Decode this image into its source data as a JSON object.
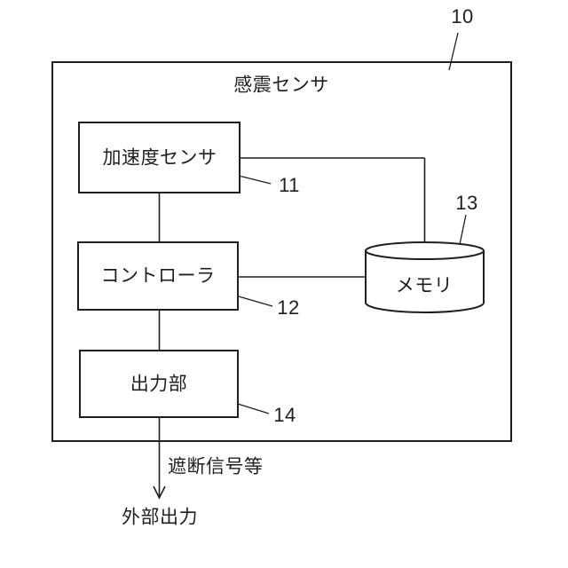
{
  "colors": {
    "line": "#1f1f1f",
    "background": "#ffffff",
    "box_fill": "#ffffff"
  },
  "figure": {
    "system": {
      "title": "感震センサ",
      "ref": "10"
    },
    "blocks": {
      "accel": {
        "label": "加速度センサ",
        "ref": "11"
      },
      "controller": {
        "label": "コントローラ",
        "ref": "12"
      },
      "memory": {
        "label": "メモリ",
        "ref": "13"
      },
      "output": {
        "label": "出力部",
        "ref": "14"
      }
    },
    "arrow": {
      "signal_label": "遮断信号等",
      "destination_label": "外部出力"
    }
  }
}
